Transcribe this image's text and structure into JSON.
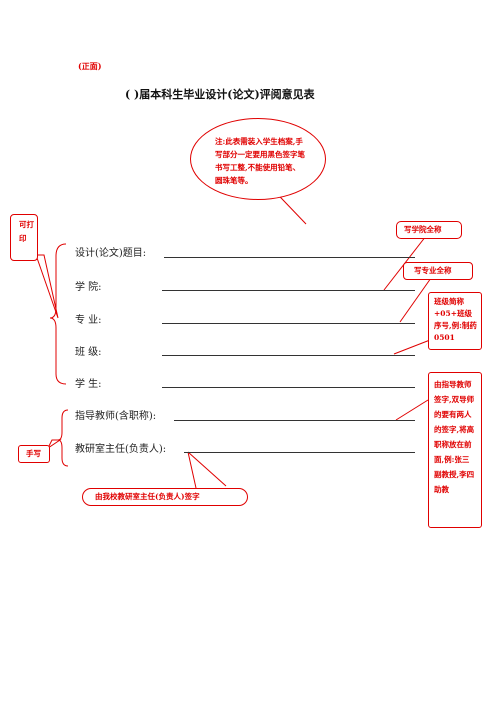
{
  "header": {
    "mark": "(正面)",
    "title": "(          )届本科生毕业设计(论文)评阅意见表"
  },
  "fields": [
    {
      "label": "设计(论文)题目:"
    },
    {
      "label": "学          院:"
    },
    {
      "label": "专          业:"
    },
    {
      "label": "班          级:"
    },
    {
      "label": "学          生:"
    },
    {
      "label": "指导教师(含职称):"
    },
    {
      "label": "教研室主任(负责人):"
    }
  ],
  "notes": {
    "main_note": "注:此表需装入学生档案,手写部分一定要用黑色签字笔书写工整,不能使用铅笔、圆珠笔等。",
    "printable": "可打印",
    "college": "写学院全称",
    "major": "写专业全称",
    "class": "班级简称+05+班级序号,例:制药0501",
    "advisor": "由指导教师签字,双导师的要有两人的签字,将高职称放在前面,例:张三 副教授,李四 助教",
    "handwrite": "手写",
    "director": "由我校教研室主任(负责人)签字"
  },
  "colors": {
    "accent": "#e00000",
    "text": "#222222"
  }
}
